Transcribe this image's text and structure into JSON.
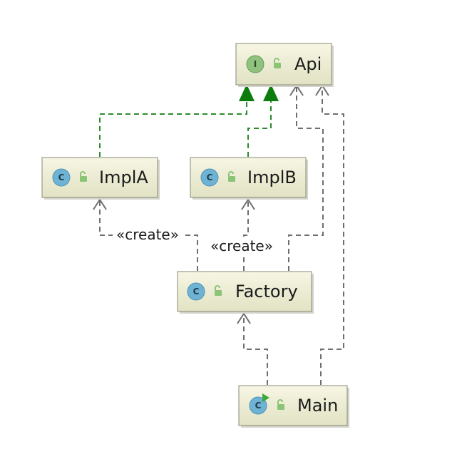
{
  "nodes": {
    "api": {
      "label": "Api",
      "kind": "interface",
      "badge": "I"
    },
    "impla": {
      "label": "ImplA",
      "kind": "class",
      "badge": "C"
    },
    "implb": {
      "label": "ImplB",
      "kind": "class",
      "badge": "C"
    },
    "factory": {
      "label": "Factory",
      "kind": "class",
      "badge": "C"
    },
    "main": {
      "label": "Main",
      "kind": "class-runnable",
      "badge": "C"
    }
  },
  "edges": {
    "impla_api": {
      "type": "implements"
    },
    "implb_api": {
      "type": "implements"
    },
    "factory_impla": {
      "type": "dependency",
      "label": "«create»"
    },
    "factory_implb": {
      "type": "dependency",
      "label": "«create»"
    },
    "factory_api": {
      "type": "dependency"
    },
    "main_factory": {
      "type": "dependency"
    },
    "main_api": {
      "type": "dependency"
    }
  },
  "colors": {
    "class_badge": "#6fb3d4",
    "interface_badge": "#8fc17f",
    "implements_arrow": "#0c7d0c",
    "dependency_line": "#6e6e6e",
    "node_fill_top": "#f6f6e4",
    "node_fill_bottom": "#e2e2c4"
  }
}
